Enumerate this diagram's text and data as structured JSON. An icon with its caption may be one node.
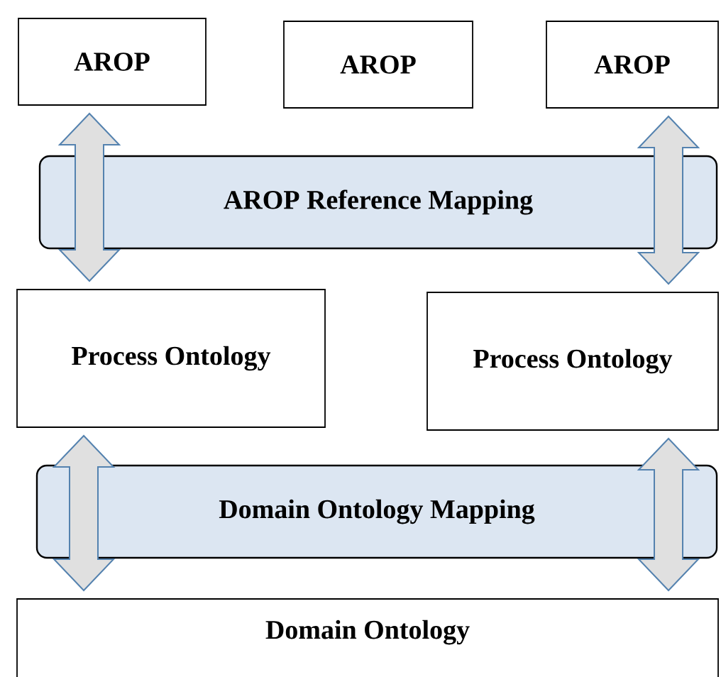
{
  "diagram": {
    "nodes": [
      {
        "text": [
          "AROP"
        ]
      },
      {
        "text": [
          "AROP"
        ]
      },
      {
        "text": [
          "AROP"
        ]
      },
      {
        "text": [
          "AROP Reference Mapping"
        ]
      },
      {
        "text": [
          "Process Ontology"
        ]
      },
      {
        "text": [
          "Process Ontology"
        ]
      },
      {
        "text": [
          "Domain Ontology Mapping"
        ]
      },
      {
        "text": [
          "Domain Ontology"
        ]
      }
    ],
    "edges": [
      {
        "from": 0,
        "to": 4,
        "arrow": "both"
      },
      {
        "from": 2,
        "to": 5,
        "arrow": "both"
      },
      {
        "from": 4,
        "to": 7,
        "arrow": "both"
      },
      {
        "from": 5,
        "to": 7,
        "arrow": "both"
      }
    ]
  }
}
